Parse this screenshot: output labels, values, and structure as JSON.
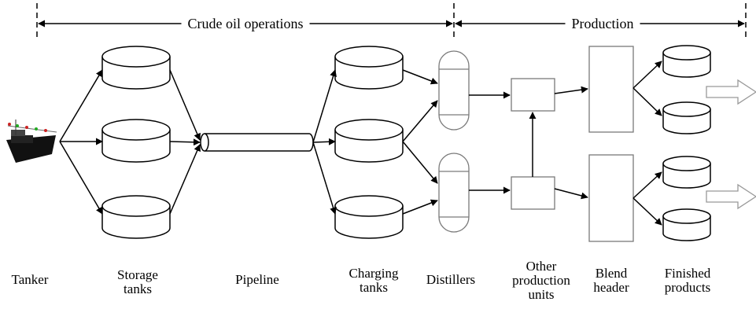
{
  "header": {
    "crude_label": "Crude oil operations",
    "production_label": "Production"
  },
  "stage_labels": {
    "tanker": "Tanker",
    "storage_line1": "Storage",
    "storage_line2": "tanks",
    "pipeline": "Pipeline",
    "charging_line1": "Charging",
    "charging_line2": "tanks",
    "distillers": "Distillers",
    "other_line1": "Other",
    "other_line2": "production",
    "other_line3": "units",
    "blend_line1": "Blend",
    "blend_line2": "header",
    "finished_line1": "Finished",
    "finished_line2": "products"
  },
  "colors": {
    "stroke": "#000000",
    "light_stroke": "#7a7a7a",
    "background": "#ffffff"
  }
}
